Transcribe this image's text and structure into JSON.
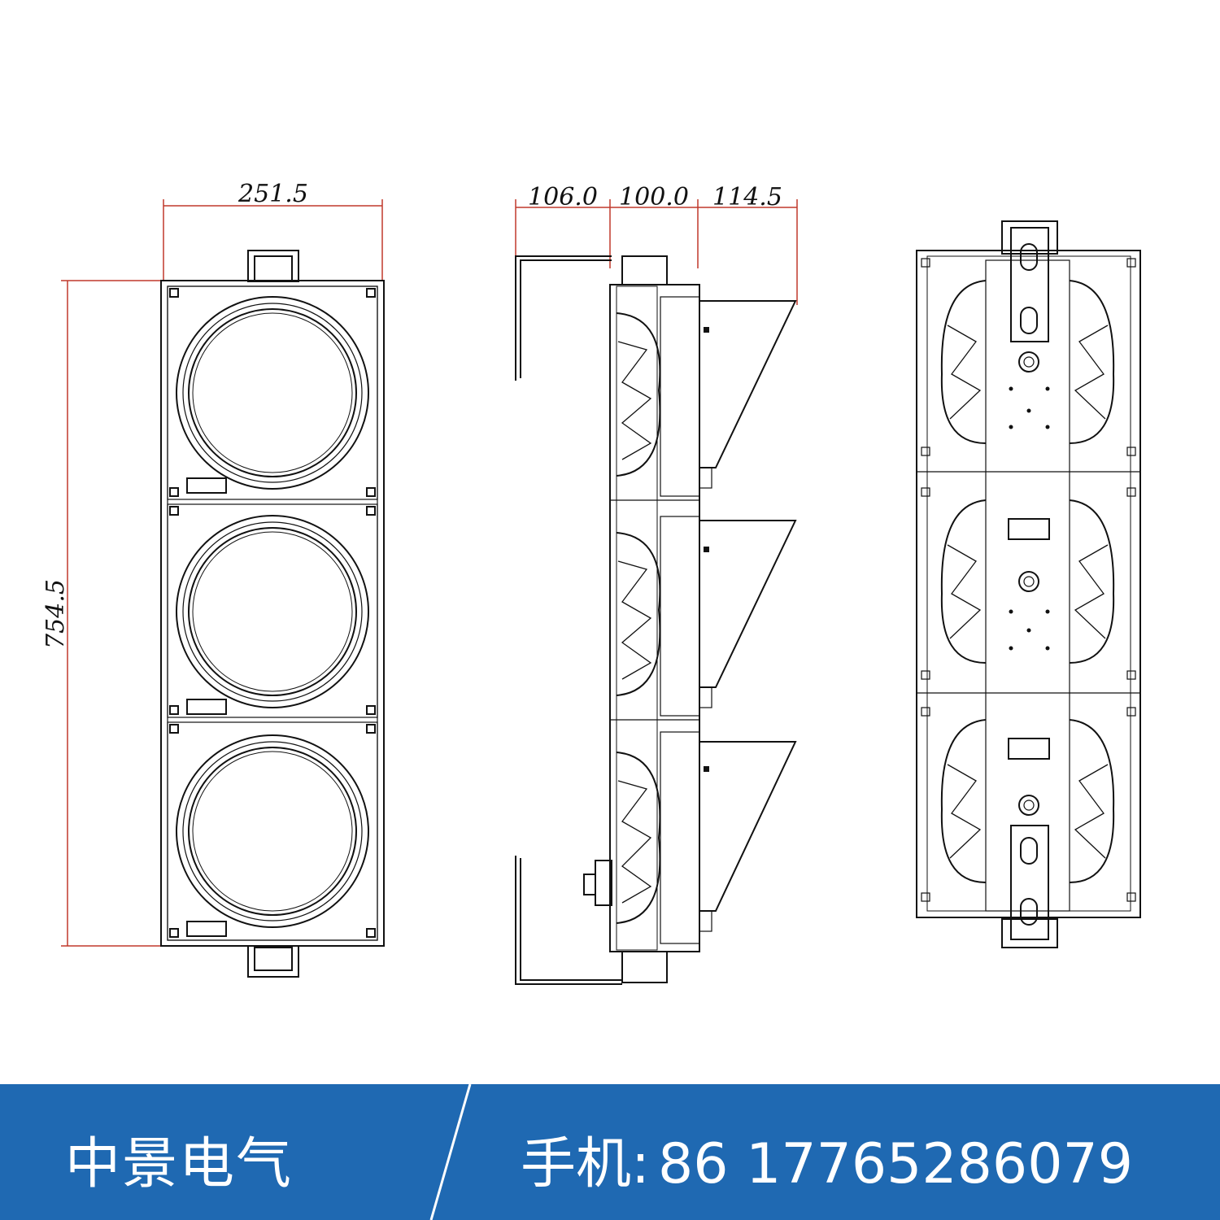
{
  "drawing": {
    "front_view": {
      "width_dim": "251.5",
      "height_dim": "754.5"
    },
    "side_view": {
      "dim_1": "106.0",
      "dim_2": "100.0",
      "dim_3": "114.5"
    },
    "line_color": "#111111",
    "dim_line_color": "#c0392b"
  },
  "banner": {
    "background": "#1f69b2",
    "company_name": "中景电气",
    "phone_label": "手机",
    "phone_separator": ":",
    "phone_number": "86 17765286079"
  }
}
